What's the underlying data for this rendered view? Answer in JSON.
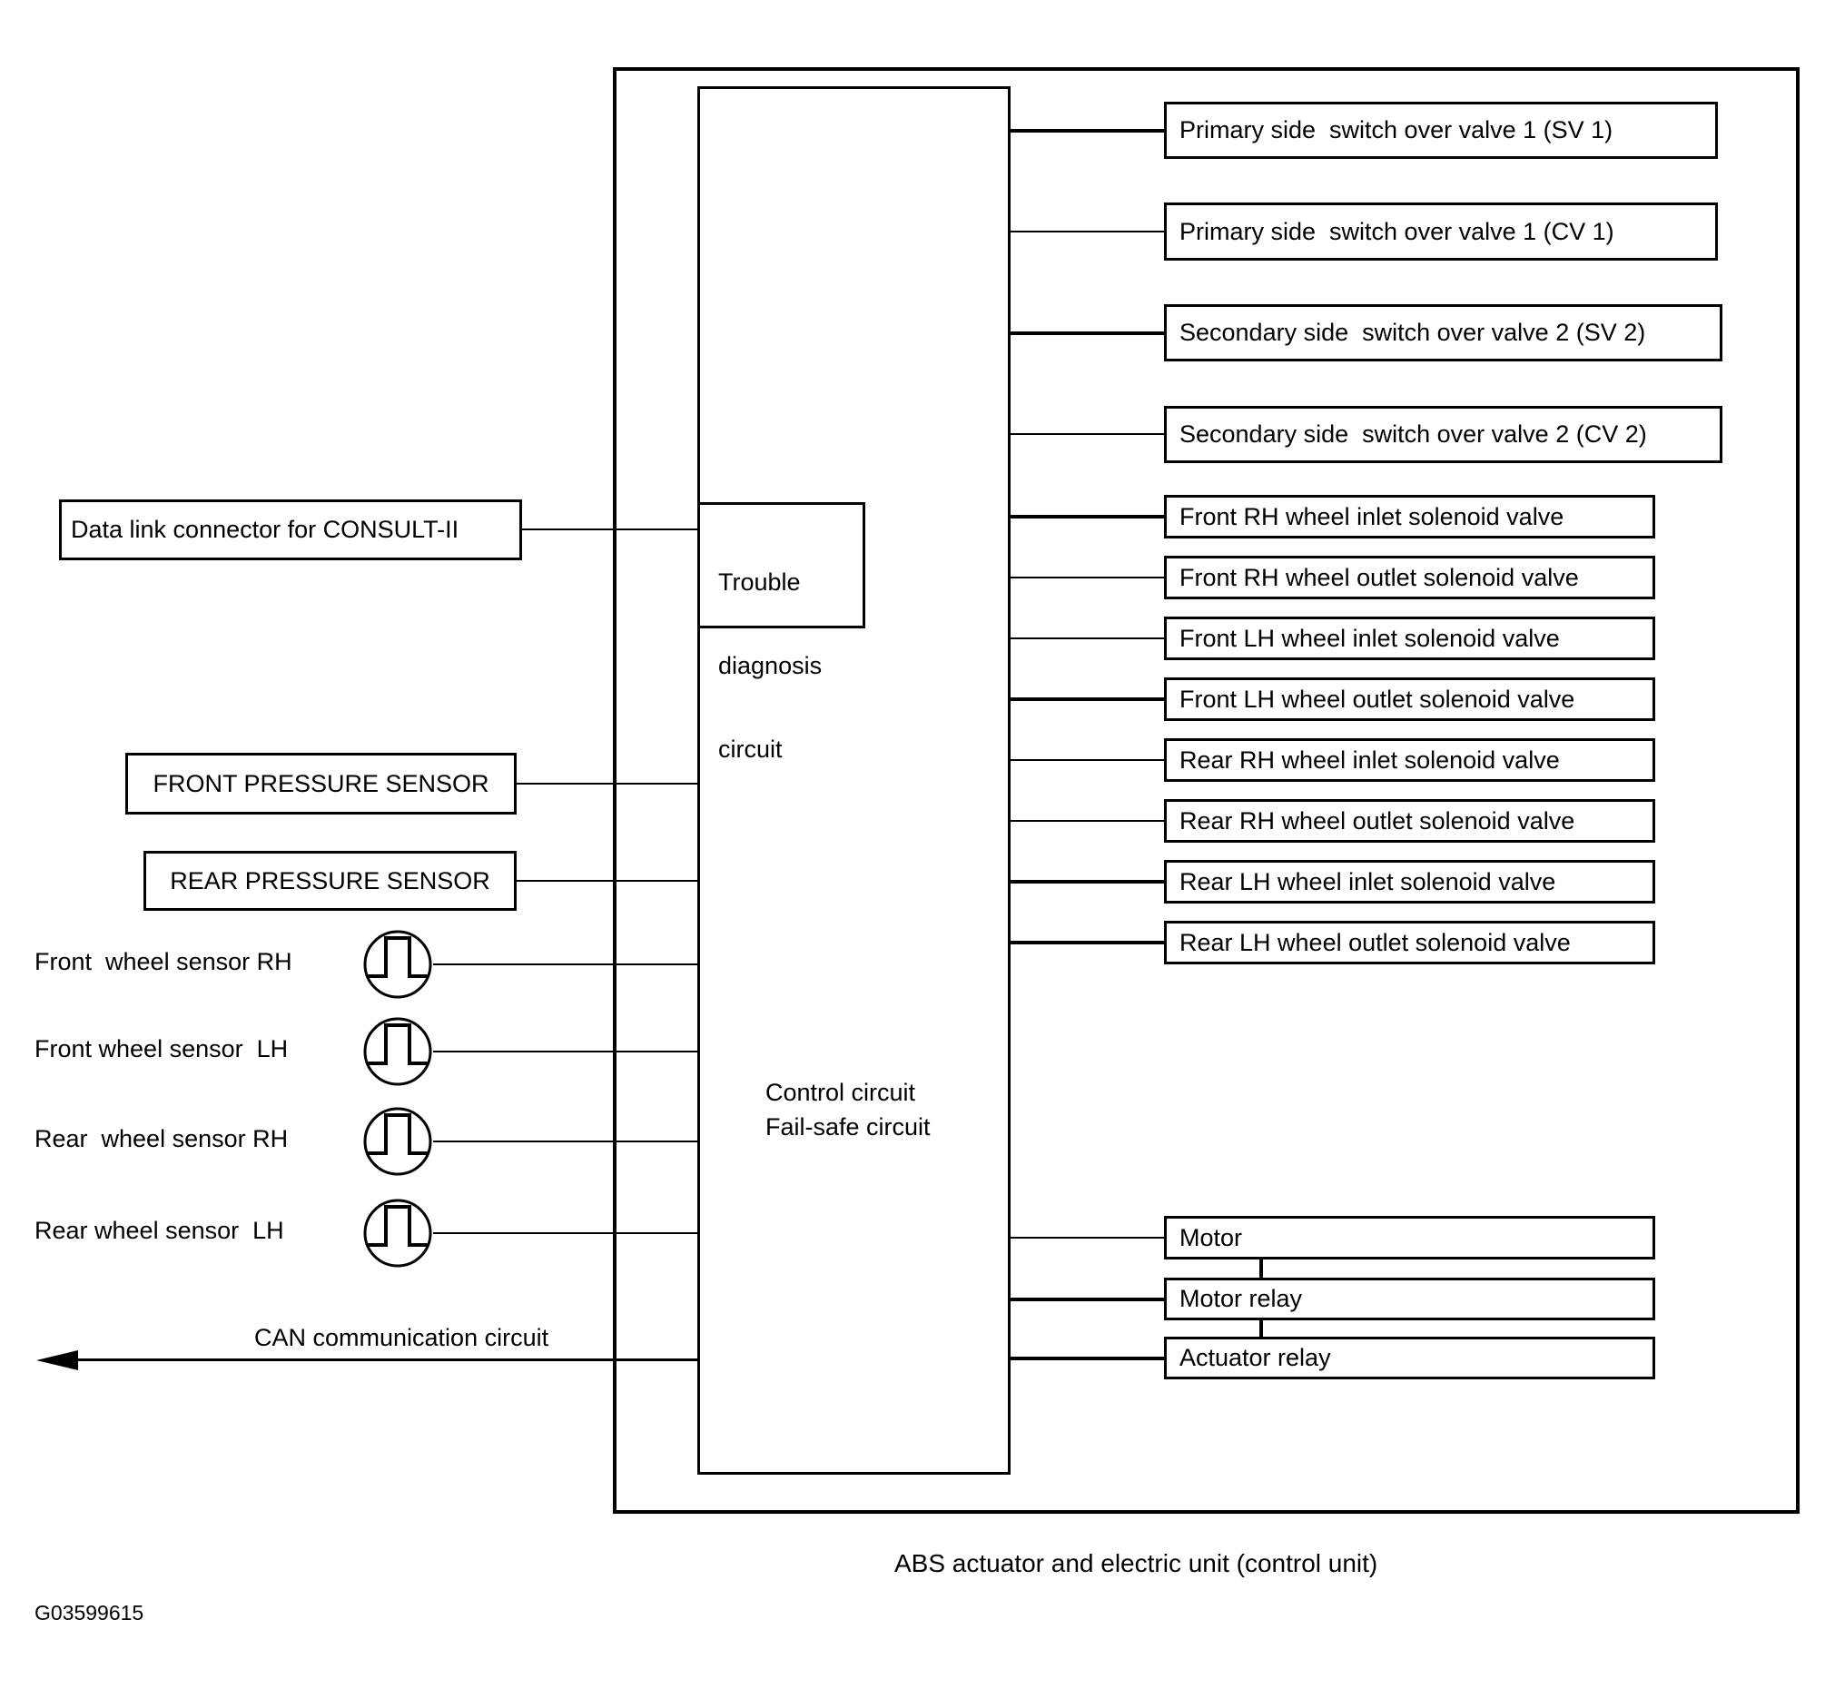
{
  "caption": "ABS actuator and electric unit (control unit)",
  "figure_id": "G03599615",
  "colors": {
    "line": "#000000",
    "background": "#ffffff"
  },
  "center": {
    "trouble_lines": [
      "Trouble",
      "diagnosis",
      "circuit"
    ],
    "control_lines": [
      "Control circuit",
      "Fail-safe circuit"
    ]
  },
  "left": {
    "data_link": "Data link connector for CONSULT-II",
    "front_pressure": "FRONT PRESSURE SENSOR",
    "rear_pressure": "REAR PRESSURE SENSOR",
    "wheel_sensors": [
      "Front  wheel sensor RH",
      "Front wheel sensor  LH",
      "Rear  wheel sensor RH",
      "Rear wheel sensor  LH"
    ],
    "can_label": "CAN communication circuit"
  },
  "right": {
    "valves": [
      "Primary side  switch over valve 1 (SV 1)",
      "Primary side  switch over valve 1 (CV 1)",
      "Secondary side  switch over valve 2 (SV 2)",
      "Secondary side  switch over valve 2 (CV 2)"
    ],
    "solenoids": [
      "Front RH wheel inlet solenoid valve",
      "Front RH wheel outlet solenoid valve",
      "Front LH wheel inlet solenoid valve",
      "Front LH wheel outlet solenoid valve",
      "Rear RH wheel inlet solenoid valve",
      "Rear RH wheel outlet solenoid valve",
      "Rear LH wheel inlet solenoid valve",
      "Rear LH wheel outlet solenoid valve"
    ],
    "motor_chain": [
      "Motor",
      "Motor relay",
      "Actuator relay"
    ]
  }
}
